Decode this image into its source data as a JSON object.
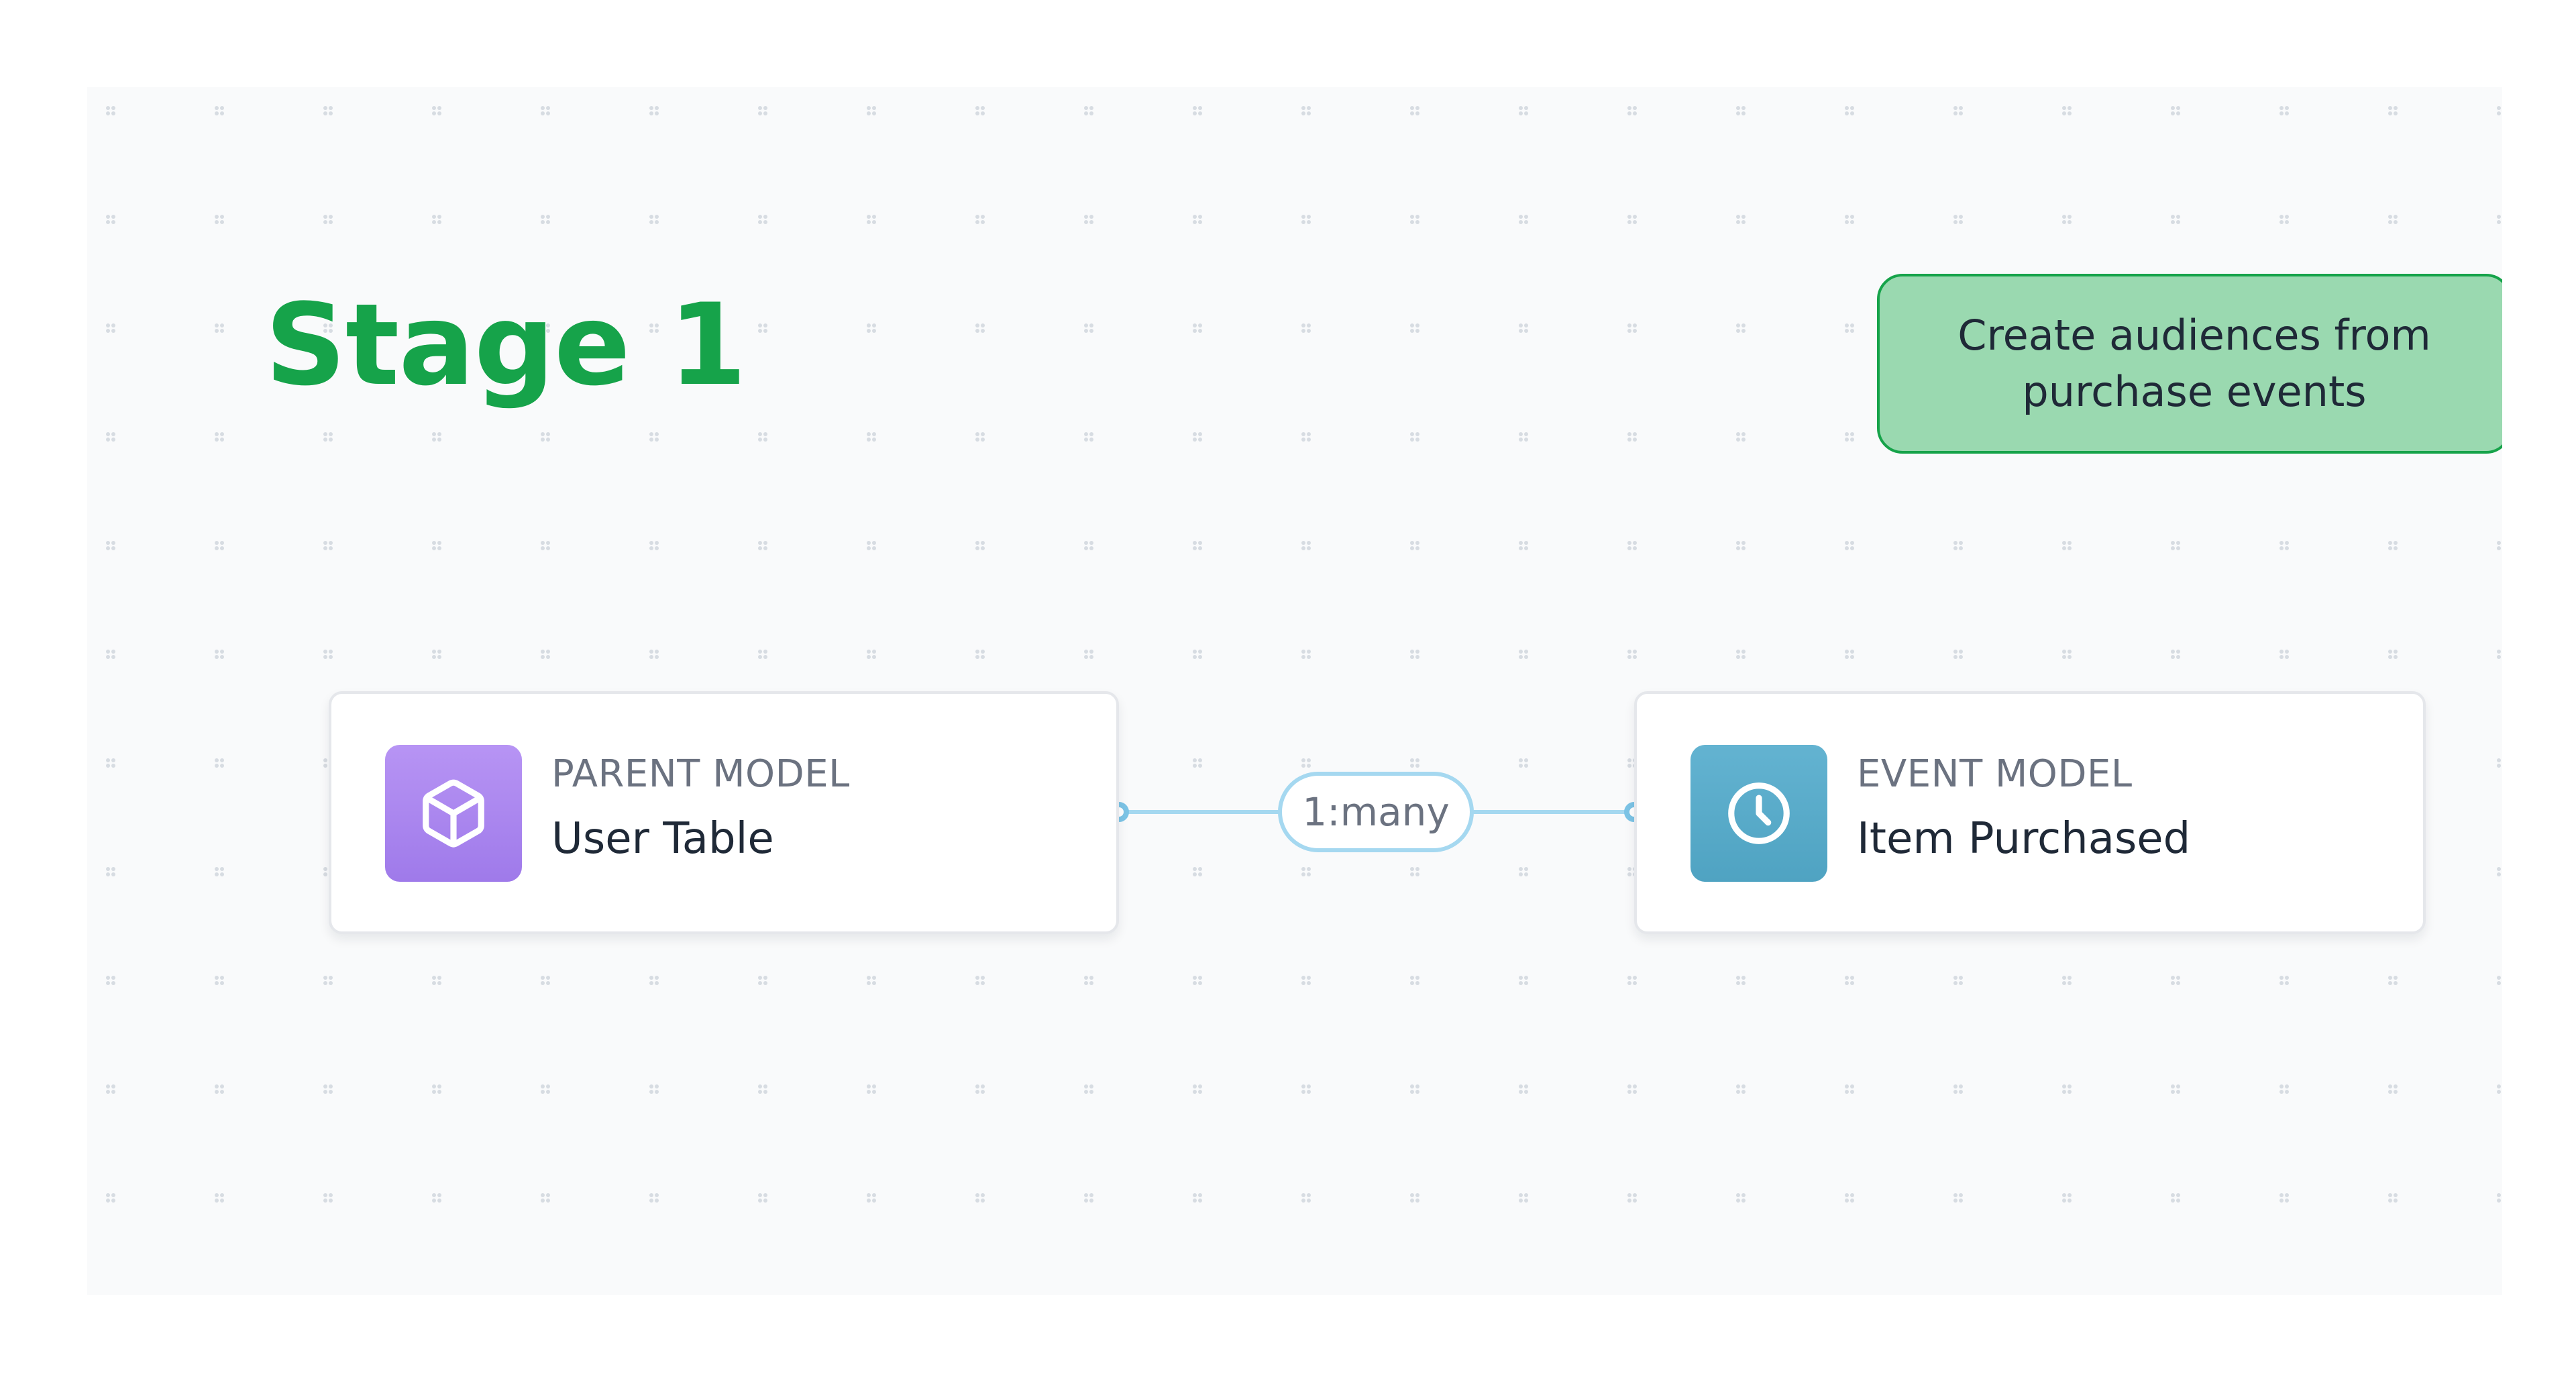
{
  "stage_title": "Stage 1",
  "callout": {
    "text_line_1": "Create audiences from",
    "text_line_2": "purchase events"
  },
  "parent_node": {
    "kind": "PARENT MODEL",
    "name": "User Table",
    "icon": "cube-icon",
    "color": "#a57cee"
  },
  "event_node": {
    "kind": "EVENT MODEL",
    "name": "Item Purchased",
    "icon": "clock-icon",
    "color": "#5aacc9"
  },
  "relationship": {
    "label": "1:many",
    "color": "#a5d8f0"
  },
  "colors": {
    "accent": "#16a34a",
    "callout_fill": "#9ad9b0",
    "canvas_background": "#f9fafb",
    "grid_dot": "#d7dce2"
  }
}
